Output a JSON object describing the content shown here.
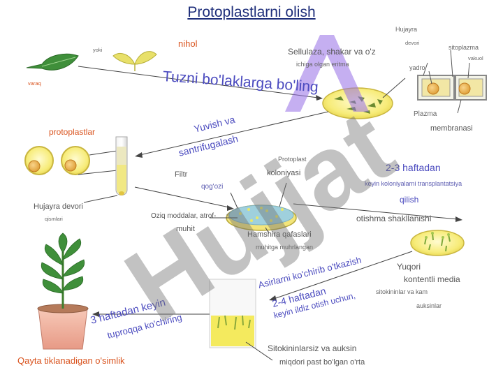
{
  "title": "Protoplastlarni olish",
  "watermark": "Hujjat",
  "corner_mark": "A",
  "labels": {
    "varaq": "varaq",
    "yoki": "yoki",
    "nihol": "nihol",
    "tuzni": "Tuzni bo'laklarga bo'ling",
    "sellulaza": "Sellulaza, shakar va o'z",
    "ichiga": "ichiga olgan eritma",
    "hujayra": "Hujayra",
    "devori_top": "devori",
    "sitoplazma": "sitoplazma",
    "vakuol": "vakuol",
    "yadro": "yadro",
    "plazma": "Plazma",
    "membranasi": "membranasi",
    "protoplastlar": "protoplastlar",
    "yuvish": "Yuvish va",
    "santrifugalash": "santrifugalash",
    "filtr": "Filtr",
    "qogozi": "qog'ozi",
    "protoplast": "Protoplast",
    "koloniyasi": "koloniyasi",
    "haftadan23": "2-3 haftadan",
    "keyin_kol": "keyin koloniyalarni transplantatsiya",
    "qilish": "qilish",
    "hujayra_devori": "Hujayra devori",
    "qismlari": "qismlari",
    "oziq": "Oziq moddalar, atrof-",
    "muhit": "muhit",
    "hamshira": "Hamshira qafaslari",
    "muhitga": "muhitga muhrlangan",
    "otishma": "otishma shakllanishi",
    "yuqori": "Yuqori",
    "kontentli": "kontentli media",
    "sitokininlar_kam": "sitokininlar va kam",
    "auksinlar": "auksinlar",
    "asirlarni": "Asirlarni ko'chirib o'tkazish",
    "haftadan24": "2-4 haftadan",
    "keyin_ildiz": "keyin ildiz otish uchun,",
    "haftadan3": "3 haftadan keyin",
    "tuproqqa": "tuproqqa ko'chiring",
    "sitokininlarsiz": "Sitokininlarsiz va auksin",
    "miqdori": "miqdori past bo'lgan o'rta",
    "qayta": "Qayta tiklanadigan o'simlik"
  }
}
